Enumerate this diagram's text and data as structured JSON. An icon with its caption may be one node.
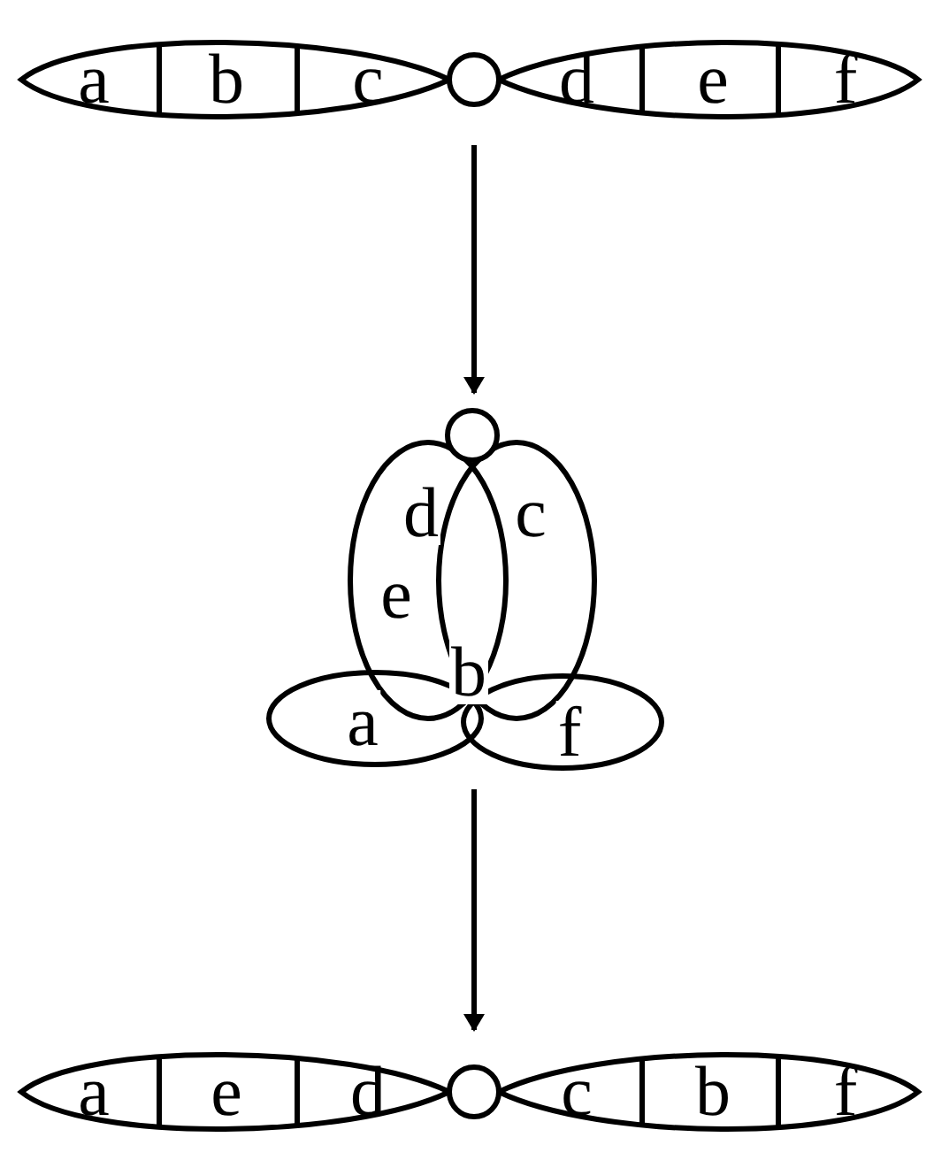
{
  "diagram": {
    "nodes": [
      {
        "text": [
          "a",
          "b",
          "c",
          "d",
          "e",
          "f"
        ]
      },
      {
        "text": [
          "d",
          "c",
          "e",
          "b",
          "a",
          "f"
        ]
      },
      {
        "text": [
          "a",
          "e",
          "d",
          "c",
          "b",
          "f"
        ]
      }
    ],
    "edges": [
      {
        "from": 0,
        "to": 1,
        "arrow": "to"
      },
      {
        "from": 1,
        "to": 2,
        "arrow": "to"
      }
    ]
  }
}
